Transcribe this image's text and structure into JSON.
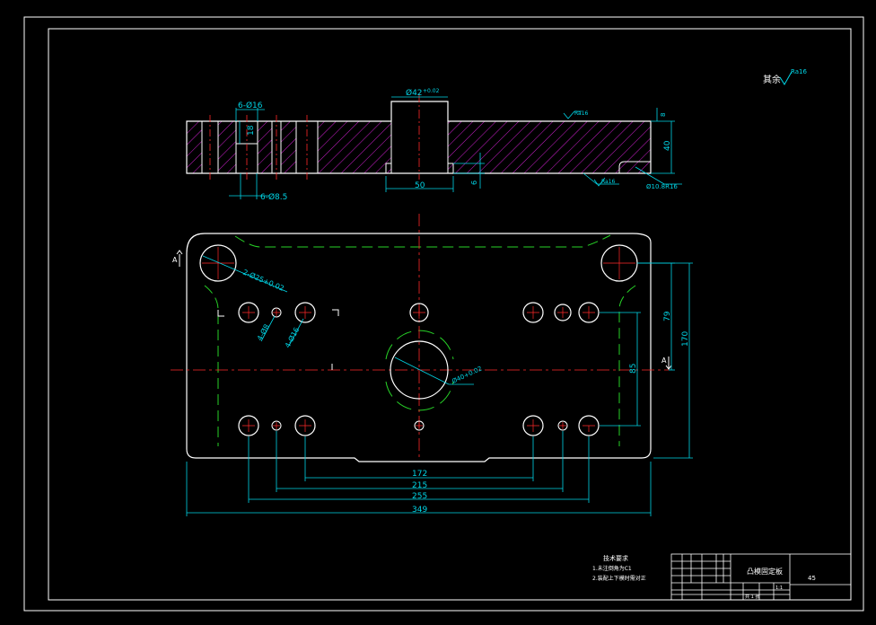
{
  "colors": {
    "background": "#000000",
    "outline": "#ffffff",
    "dimension": "#00d5e6",
    "centerline": "#ff2a2a",
    "hatch": "#d020d0",
    "hidden": "#27d227",
    "text": "#ffffff"
  },
  "surface_note": {
    "prefix": "其余",
    "value": "Ra16"
  },
  "section_view": {
    "dims": {
      "six_phi16": "6-Ø16",
      "eighteen": "18",
      "six_phi85": "6-Ø8.5",
      "phi42": "Ø42",
      "phi42_tol": "+0.02",
      "fifty": "50",
      "six": "6",
      "forty": "40",
      "eight": "8",
      "chamfer": "Ø10.8R16",
      "rough_mid": "Ra16",
      "rough_bottom": "Ra16"
    }
  },
  "plan_view": {
    "dims": {
      "two_phi25": "2-Ø25+0.02",
      "four_phi8": "4-Ø8",
      "four_phi16": "4-Ø16",
      "phi40": "Ø40+0.02",
      "d172": "172",
      "d215": "215",
      "d255": "255",
      "d349": "349",
      "d79": "79",
      "d170": "170",
      "d85": "85",
      "marker_left": "A",
      "marker_right": "A"
    }
  },
  "tech_requirements": {
    "title": "技术要求",
    "items": [
      "1.未注倒角为C1",
      "2.装配上下模时需对正"
    ]
  },
  "title_block": {
    "name": "凸模固定板",
    "material": "45",
    "scale": "1:1",
    "sheet": "共 1 张"
  }
}
